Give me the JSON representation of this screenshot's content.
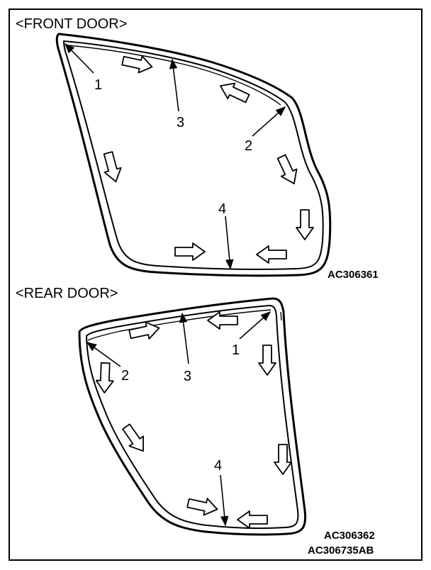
{
  "front": {
    "title": "<FRONT DOOR>",
    "labels": [
      "1",
      "2",
      "3",
      "4"
    ],
    "code": "AC306361"
  },
  "rear": {
    "title": "<REAR DOOR>",
    "labels": [
      "1",
      "2",
      "3",
      "4"
    ],
    "code": "AC306362"
  },
  "figure_code": "AC306735AB",
  "icons": {
    "flow_arrow": "hollow-arrow-icon",
    "leader": "leader-arrow-icon"
  }
}
